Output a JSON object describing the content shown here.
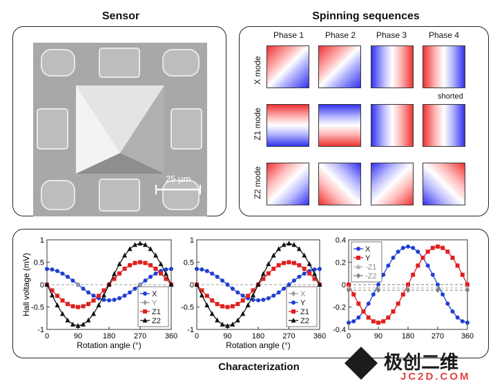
{
  "titles": {
    "sensor": "Sensor",
    "spinning": "Spinning sequences",
    "characterization": "Characterization"
  },
  "sensor": {
    "scale_bar": "25 µm"
  },
  "spinning": {
    "phases": [
      "Phase 1",
      "Phase 2",
      "Phase 3",
      "Phase 4"
    ],
    "modes": [
      "X mode",
      "Z1 mode",
      "Z2 mode"
    ],
    "note": "shorted"
  },
  "watermark": {
    "name": "极创二维",
    "url": "JC2D.COM"
  },
  "chart_data": [
    {
      "type": "line",
      "x": [
        0,
        15,
        30,
        45,
        60,
        75,
        90,
        105,
        120,
        135,
        150,
        165,
        180,
        195,
        210,
        225,
        240,
        255,
        270,
        285,
        300,
        315,
        330,
        345,
        360
      ],
      "xticks": [
        0,
        90,
        180,
        270,
        360
      ],
      "xlabel": "Rotation angle (°)",
      "ylabel": "Hall voltage (mV)",
      "ylim": [
        -1,
        1
      ],
      "yticks": [
        -1,
        -0.5,
        0,
        0.5,
        1
      ],
      "legend": "bottom-right",
      "series": [
        {
          "name": "X",
          "color": "#1f3fd0",
          "marker": "circle",
          "values": [
            0.35,
            0.338,
            0.303,
            0.247,
            0.175,
            0.091,
            0,
            -0.091,
            -0.175,
            -0.247,
            -0.303,
            -0.338,
            -0.35,
            -0.338,
            -0.303,
            -0.247,
            -0.175,
            -0.091,
            0,
            0.091,
            0.175,
            0.247,
            0.303,
            0.338,
            0.35
          ]
        },
        {
          "name": "Y",
          "color": "#9a9a9a",
          "marker": "diamond",
          "values": [
            0,
            0,
            0,
            0,
            0,
            0,
            0,
            0,
            0,
            0,
            0,
            0,
            0,
            0,
            0,
            0,
            0,
            0,
            0,
            0,
            0,
            0,
            0,
            0,
            0
          ]
        },
        {
          "name": "Z1",
          "color": "#e02020",
          "marker": "square",
          "values": [
            0,
            -0.129,
            -0.25,
            -0.354,
            -0.433,
            -0.483,
            -0.5,
            -0.483,
            -0.433,
            -0.354,
            -0.25,
            -0.129,
            0,
            0.129,
            0.25,
            0.354,
            0.433,
            0.483,
            0.5,
            0.483,
            0.433,
            0.354,
            0.25,
            0.129,
            0
          ]
        },
        {
          "name": "Z2",
          "color": "#111111",
          "marker": "triangle",
          "values": [
            0,
            -0.238,
            -0.46,
            -0.651,
            -0.797,
            -0.889,
            -0.92,
            -0.889,
            -0.797,
            -0.651,
            -0.46,
            -0.238,
            0,
            0.238,
            0.46,
            0.651,
            0.797,
            0.889,
            0.92,
            0.889,
            0.797,
            0.651,
            0.46,
            0.238,
            0
          ]
        }
      ]
    },
    {
      "type": "line",
      "x": [
        0,
        15,
        30,
        45,
        60,
        75,
        90,
        105,
        120,
        135,
        150,
        165,
        180,
        195,
        210,
        225,
        240,
        255,
        270,
        285,
        300,
        315,
        330,
        345,
        360
      ],
      "xticks": [
        0,
        90,
        180,
        270,
        360
      ],
      "xlabel": "Rotation angle (°)",
      "ylim": [
        -1,
        1
      ],
      "yticks": [
        -1,
        -0.5,
        0,
        0.5,
        1
      ],
      "legend": "bottom-right",
      "series": [
        {
          "name": "X",
          "color": "#9a9a9a",
          "marker": "diamond",
          "values": [
            0,
            0,
            0,
            0,
            0,
            0,
            0,
            0,
            0,
            0,
            0,
            0,
            0,
            0,
            0,
            0,
            0,
            0,
            0,
            0,
            0,
            0,
            0,
            0,
            0
          ]
        },
        {
          "name": "Y",
          "color": "#1f3fd0",
          "marker": "circle",
          "values": [
            0.35,
            0.338,
            0.303,
            0.247,
            0.175,
            0.091,
            0,
            -0.091,
            -0.175,
            -0.247,
            -0.303,
            -0.338,
            -0.35,
            -0.338,
            -0.303,
            -0.247,
            -0.175,
            -0.091,
            0,
            0.091,
            0.175,
            0.247,
            0.303,
            0.338,
            0.35
          ]
        },
        {
          "name": "Z1",
          "color": "#e02020",
          "marker": "square",
          "values": [
            0,
            -0.129,
            -0.25,
            -0.354,
            -0.433,
            -0.483,
            -0.5,
            -0.483,
            -0.433,
            -0.354,
            -0.25,
            -0.129,
            0,
            0.129,
            0.25,
            0.354,
            0.433,
            0.483,
            0.5,
            0.483,
            0.433,
            0.354,
            0.25,
            0.129,
            0
          ]
        },
        {
          "name": "Z2",
          "color": "#111111",
          "marker": "triangle",
          "values": [
            0,
            -0.238,
            -0.46,
            -0.651,
            -0.797,
            -0.889,
            -0.92,
            -0.889,
            -0.797,
            -0.651,
            -0.46,
            -0.238,
            0,
            0.238,
            0.46,
            0.651,
            0.797,
            0.889,
            0.92,
            0.889,
            0.797,
            0.651,
            0.46,
            0.238,
            0
          ]
        }
      ]
    },
    {
      "type": "line",
      "x": [
        0,
        15,
        30,
        45,
        60,
        75,
        90,
        105,
        120,
        135,
        150,
        165,
        180,
        195,
        210,
        225,
        240,
        255,
        270,
        285,
        300,
        315,
        330,
        345,
        360
      ],
      "xticks": [
        0,
        90,
        180,
        270,
        360
      ],
      "ylim": [
        -0.4,
        0.4
      ],
      "yticks": [
        -0.4,
        -0.2,
        0,
        0.2,
        0.4
      ],
      "legend": "top-left",
      "series": [
        {
          "name": "X",
          "color": "#1f3fd0",
          "marker": "circle",
          "values": [
            -0.34,
            -0.328,
            -0.294,
            -0.24,
            -0.17,
            -0.088,
            0,
            0.088,
            0.17,
            0.24,
            0.294,
            0.328,
            0.34,
            0.328,
            0.294,
            0.24,
            0.17,
            0.088,
            0,
            -0.088,
            -0.17,
            -0.24,
            -0.294,
            -0.328,
            -0.34
          ]
        },
        {
          "name": "Y",
          "color": "#e02020",
          "marker": "square",
          "values": [
            0,
            -0.088,
            -0.17,
            -0.24,
            -0.294,
            -0.328,
            -0.34,
            -0.328,
            -0.294,
            -0.24,
            -0.17,
            -0.088,
            0,
            0.088,
            0.17,
            0.24,
            0.294,
            0.328,
            0.34,
            0.328,
            0.294,
            0.24,
            0.17,
            0.088,
            0
          ]
        },
        {
          "name": "-Z1",
          "color": "#b0b0b0",
          "marker": "triangle",
          "values": [
            -0.03,
            -0.03,
            -0.03,
            -0.03,
            -0.03,
            -0.03,
            -0.03,
            -0.03,
            -0.03,
            -0.03,
            -0.03,
            -0.03,
            -0.03,
            -0.03,
            -0.03,
            -0.03,
            -0.03,
            -0.03,
            -0.03,
            -0.03,
            -0.03,
            -0.03,
            -0.03,
            -0.03,
            -0.03
          ]
        },
        {
          "name": "-Z2",
          "color": "#808080",
          "marker": "diamond",
          "values": [
            -0.05,
            -0.05,
            -0.05,
            -0.05,
            -0.05,
            -0.05,
            -0.05,
            -0.05,
            -0.05,
            -0.05,
            -0.05,
            -0.05,
            -0.05,
            -0.05,
            -0.05,
            -0.05,
            -0.05,
            -0.05,
            -0.05,
            -0.05,
            -0.05,
            -0.05,
            -0.05,
            -0.05,
            -0.05
          ]
        }
      ]
    }
  ]
}
